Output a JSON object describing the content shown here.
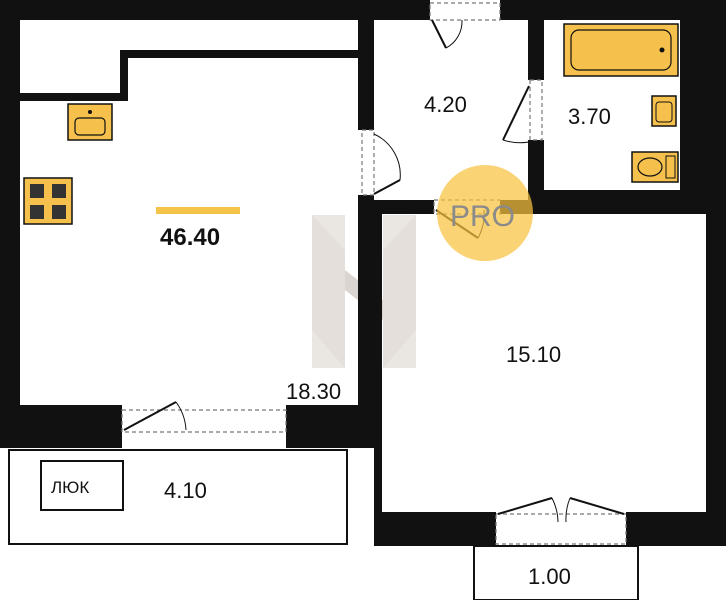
{
  "plan": {
    "total_area": "46.40",
    "rooms": {
      "kitchen_living": "18.30",
      "hall": "4.20",
      "bathroom": "3.70",
      "bedroom": "15.10",
      "loggia": "4.10",
      "balcony": "1.00"
    },
    "hatch_label": "ЛЮК",
    "watermark": "PRO"
  },
  "colors": {
    "wall": "#111111",
    "fixture": "#f5c14c",
    "accent": "#f3c34a",
    "watermark_circle": "#f6c23e",
    "watermark_letter": "#c8c0b8"
  },
  "icons": [
    "sink-icon",
    "stove-icon",
    "bathtub-icon",
    "washbasin-icon",
    "toilet-icon",
    "door-swing-icon"
  ]
}
